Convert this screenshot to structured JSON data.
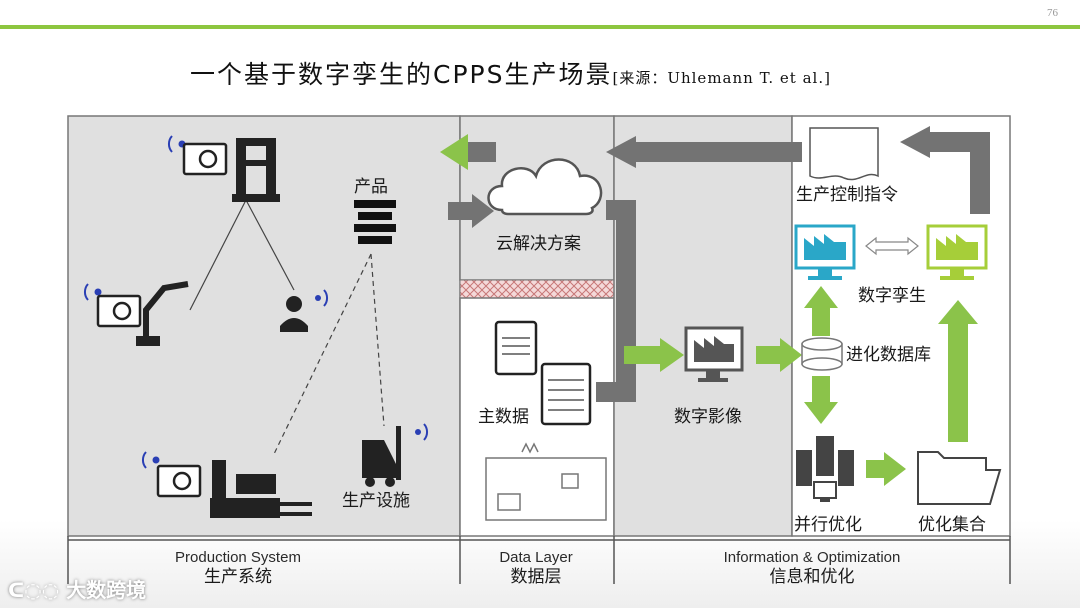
{
  "page": {
    "number": "76"
  },
  "title": {
    "main": "一个基于数字孪生的CPPS生产场景",
    "source": "[来源：Uhlemann T. et al.]"
  },
  "diagram": {
    "labels": {
      "product": "产品",
      "cloud": "云解决方案",
      "master_data": "主数据",
      "digital_image": "数字影像",
      "control": "生产控制指令",
      "twin": "数字孪生",
      "evo_db": "进化数据库",
      "parallel": "并行优化",
      "opt_set": "优化集合",
      "facility": "生产设施"
    },
    "sections": [
      {
        "en": "Production System",
        "zh": "生产系统"
      },
      {
        "en": "Data Layer",
        "zh": "数据层"
      },
      {
        "en": "Information & Optimization",
        "zh": "信息和优化"
      }
    ]
  },
  "watermark": {
    "text": "大数跨境"
  },
  "colors": {
    "accent_green": "#8dc63f",
    "arrow_green": "#8bc34a",
    "arrow_gray": "#737373",
    "panel_gray": "#e0e0e0"
  }
}
